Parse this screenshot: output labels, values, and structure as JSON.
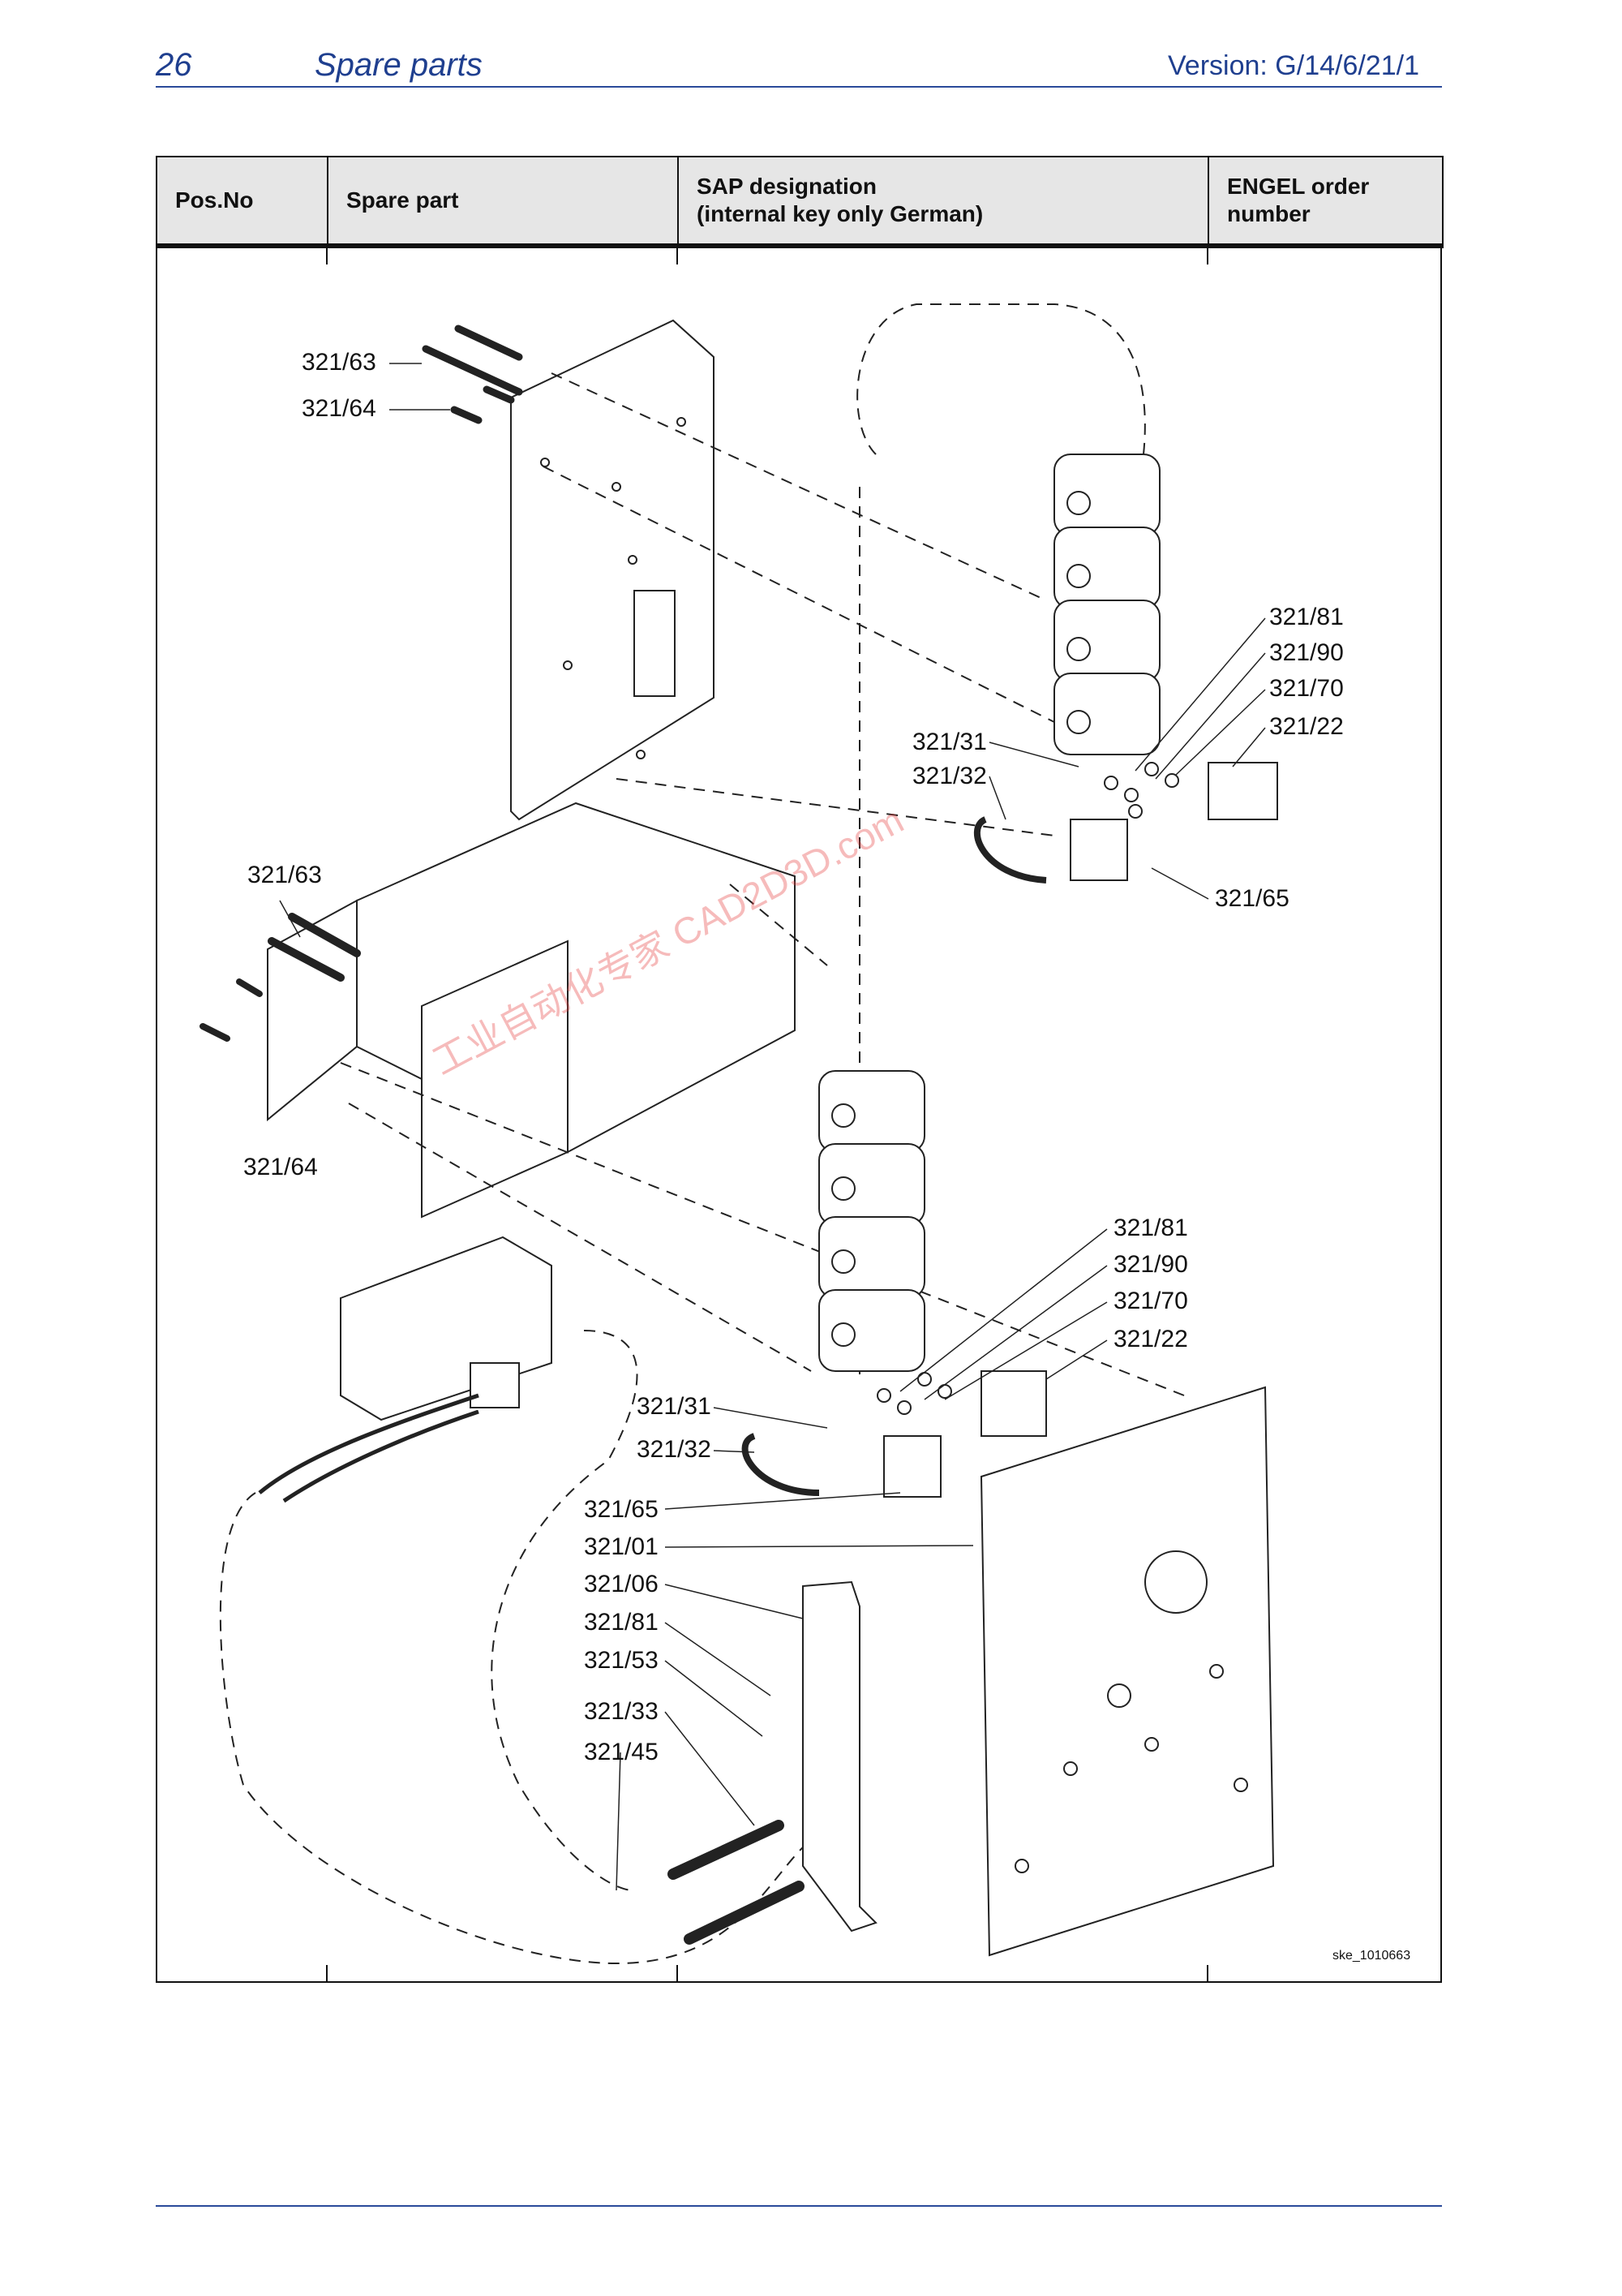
{
  "header": {
    "page_number": "26",
    "section_title": "Spare parts",
    "version": "Version: G/14/6/21/1"
  },
  "table": {
    "columns": [
      "Pos.No",
      "Spare part",
      "SAP designation\n(internal key only German)",
      "ENGEL order\nnumber"
    ]
  },
  "callouts": {
    "top_left_63": "321/63",
    "top_left_64": "321/64",
    "top_right_81": "321/81",
    "top_right_90": "321/90",
    "top_right_70": "321/70",
    "top_right_22": "321/22",
    "top_mid_31": "321/31",
    "top_mid_32": "321/32",
    "top_mid_65": "321/65",
    "mid_left_63": "321/63",
    "mid_left_64": "321/64",
    "mid_right_81": "321/81",
    "mid_right_90": "321/90",
    "mid_right_70": "321/70",
    "mid_right_22": "321/22",
    "low_31": "321/31",
    "low_32": "321/32",
    "low_65": "321/65",
    "low_01": "321/01",
    "low_06": "321/06",
    "low_81": "321/81",
    "low_53": "321/53",
    "low_33": "321/33",
    "low_45": "321/45"
  },
  "drawing_id": "ske_1010663",
  "watermark": "工业自动化专家 CAD2D3D.com"
}
